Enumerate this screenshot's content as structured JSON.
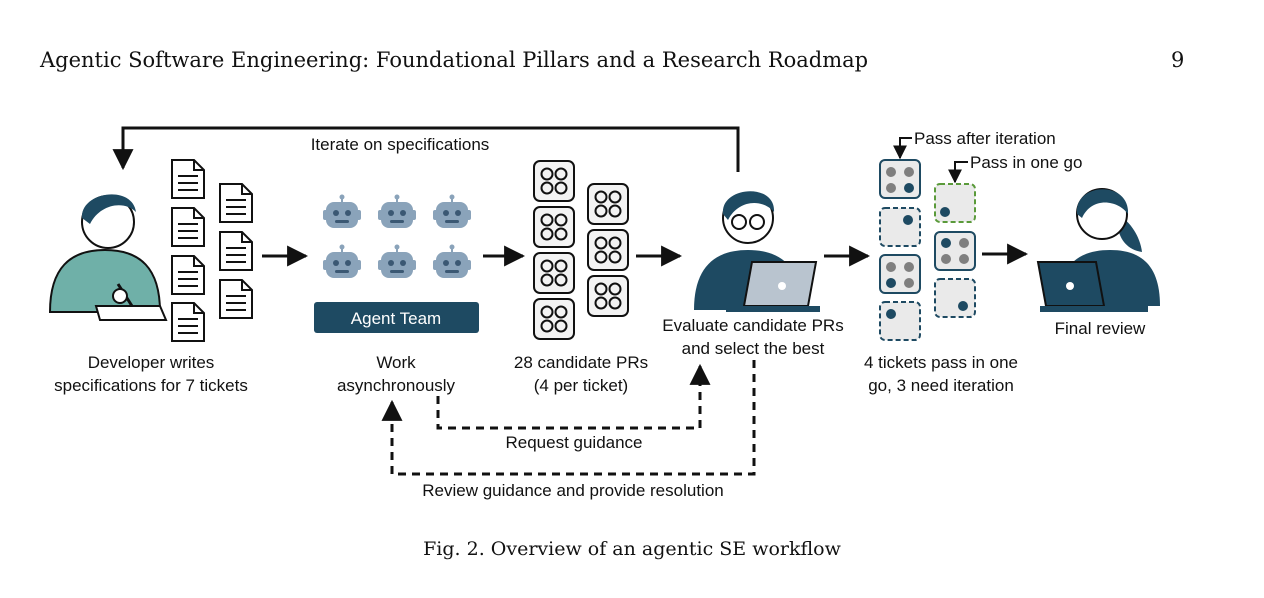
{
  "header": {
    "running_title": "Agentic Software Engineering: Foundational Pillars and a Research Roadmap",
    "page_number": "9"
  },
  "figure": {
    "loops": {
      "iterate": "Iterate on specifications",
      "request": "Request guidance",
      "review": "Review guidance and provide resolution"
    },
    "agent_team_label": "Agent Team",
    "stages": {
      "developer": [
        "Developer writes",
        "specifications for 7 tickets"
      ],
      "work": [
        "Work",
        "asynchronously"
      ],
      "candidates": [
        "28 candidate PRs",
        "(4 per ticket)"
      ],
      "evaluate": [
        "Evaluate candidate PRs",
        "and select the best"
      ],
      "tickets": [
        "4 tickets pass in one",
        "go, 3 need iteration"
      ],
      "final": [
        "Final review"
      ]
    },
    "legend": {
      "pass_after_iteration": "Pass after iteration",
      "pass_in_one_go": "Pass in one go"
    },
    "colors": {
      "navy": "#1e4a62",
      "robot": "#8aa3ba",
      "teal_shirt": "#6fb0a8",
      "green_dash": "#5a9a3a",
      "gray_dot": "#7f7f7f"
    }
  },
  "caption": "Fig. 2.  Overview of an agentic SE workflow"
}
